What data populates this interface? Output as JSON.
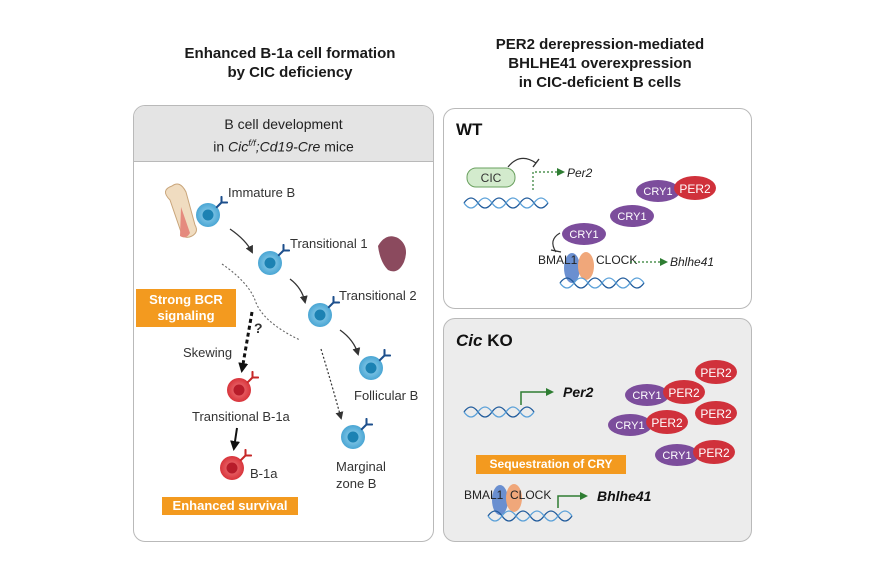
{
  "left_title": [
    "Enhanced B-1a cell formation",
    "by CIC deficiency"
  ],
  "right_title": [
    "PER2 derepression-mediated",
    "BHLHE41 overexpression",
    "in CIC-deficient B cells"
  ],
  "left_panel": {
    "header_line1": "B cell development",
    "header_line2_prefix": "in ",
    "header_gene1": "Cic",
    "header_sup": "f/f",
    "header_gene2": ";Cd19-Cre",
    "header_suffix": " mice",
    "stages": {
      "immature_b": "Immature B",
      "transitional_1": "Transitional 1",
      "transitional_2": "Transitional 2",
      "follicular_b": "Follicular B",
      "marginal_zone_b": [
        "Marginal",
        "zone B"
      ],
      "transitional_b1a": "Transitional B-1a",
      "b1a": "B-1a"
    },
    "strong_bcr": [
      "Strong BCR",
      "signaling"
    ],
    "question": "?",
    "skewing": "Skewing",
    "enhanced_survival": "Enhanced survival"
  },
  "wt_panel": {
    "title": "WT",
    "cic": "CIC",
    "per2": "Per2",
    "cry1": "CRY1",
    "per2_protein": "PER2",
    "bmal1": "BMAL1",
    "clock": "CLOCK",
    "bhlhe41": "Bhlhe41"
  },
  "ko_panel": {
    "title_gene": "Cic",
    "title_suffix": " KO",
    "per2": "Per2",
    "cry1": "CRY1",
    "per2_protein": "PER2",
    "sequestration": "Sequestration of CRY",
    "bmal1": "BMAL1",
    "clock": "CLOCK",
    "bhlhe41": "Bhlhe41"
  },
  "colors": {
    "orange": "#f39a1f",
    "b_cell": "#5bb4dc",
    "b_cell_nucleus": "#1c82b3",
    "b1a_cell": "#e0474c",
    "b1a_nucleus": "#b71c2a",
    "cry1": "#7c4d9c",
    "per2": "#d0313b",
    "cic": "#d3ebcd",
    "ko_bg": "#ececec",
    "header_bg": "#e4e4e4"
  }
}
